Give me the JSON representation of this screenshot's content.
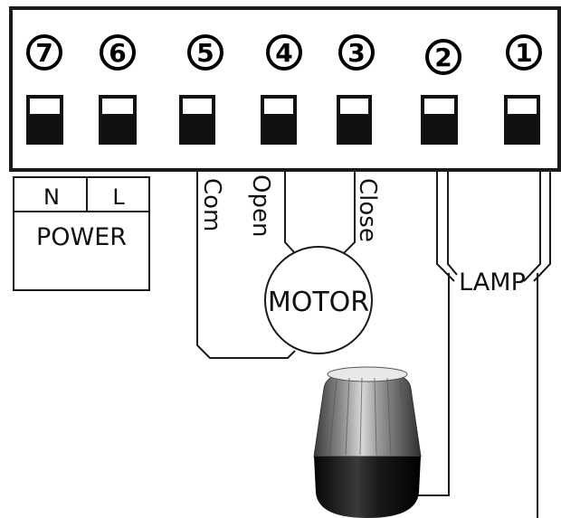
{
  "terminals": [
    {
      "number": "7",
      "position_index": 0
    },
    {
      "number": "6",
      "position_index": 1
    },
    {
      "number": "5",
      "position_index": 2
    },
    {
      "number": "4",
      "position_index": 3
    },
    {
      "number": "3",
      "position_index": 4
    },
    {
      "number": "2",
      "position_index": 5
    },
    {
      "number": "1",
      "position_index": 6
    }
  ],
  "power_box": {
    "neutral": "N",
    "live": "L",
    "caption": "POWER"
  },
  "motor": {
    "label": "MOTOR",
    "com": "Com",
    "open": "Open",
    "close": "Close"
  },
  "lamp": {
    "label": "LAMP"
  },
  "colors": {
    "line": "#1a1a1a",
    "terminal_fill": "#111111",
    "background": "#ffffff"
  }
}
